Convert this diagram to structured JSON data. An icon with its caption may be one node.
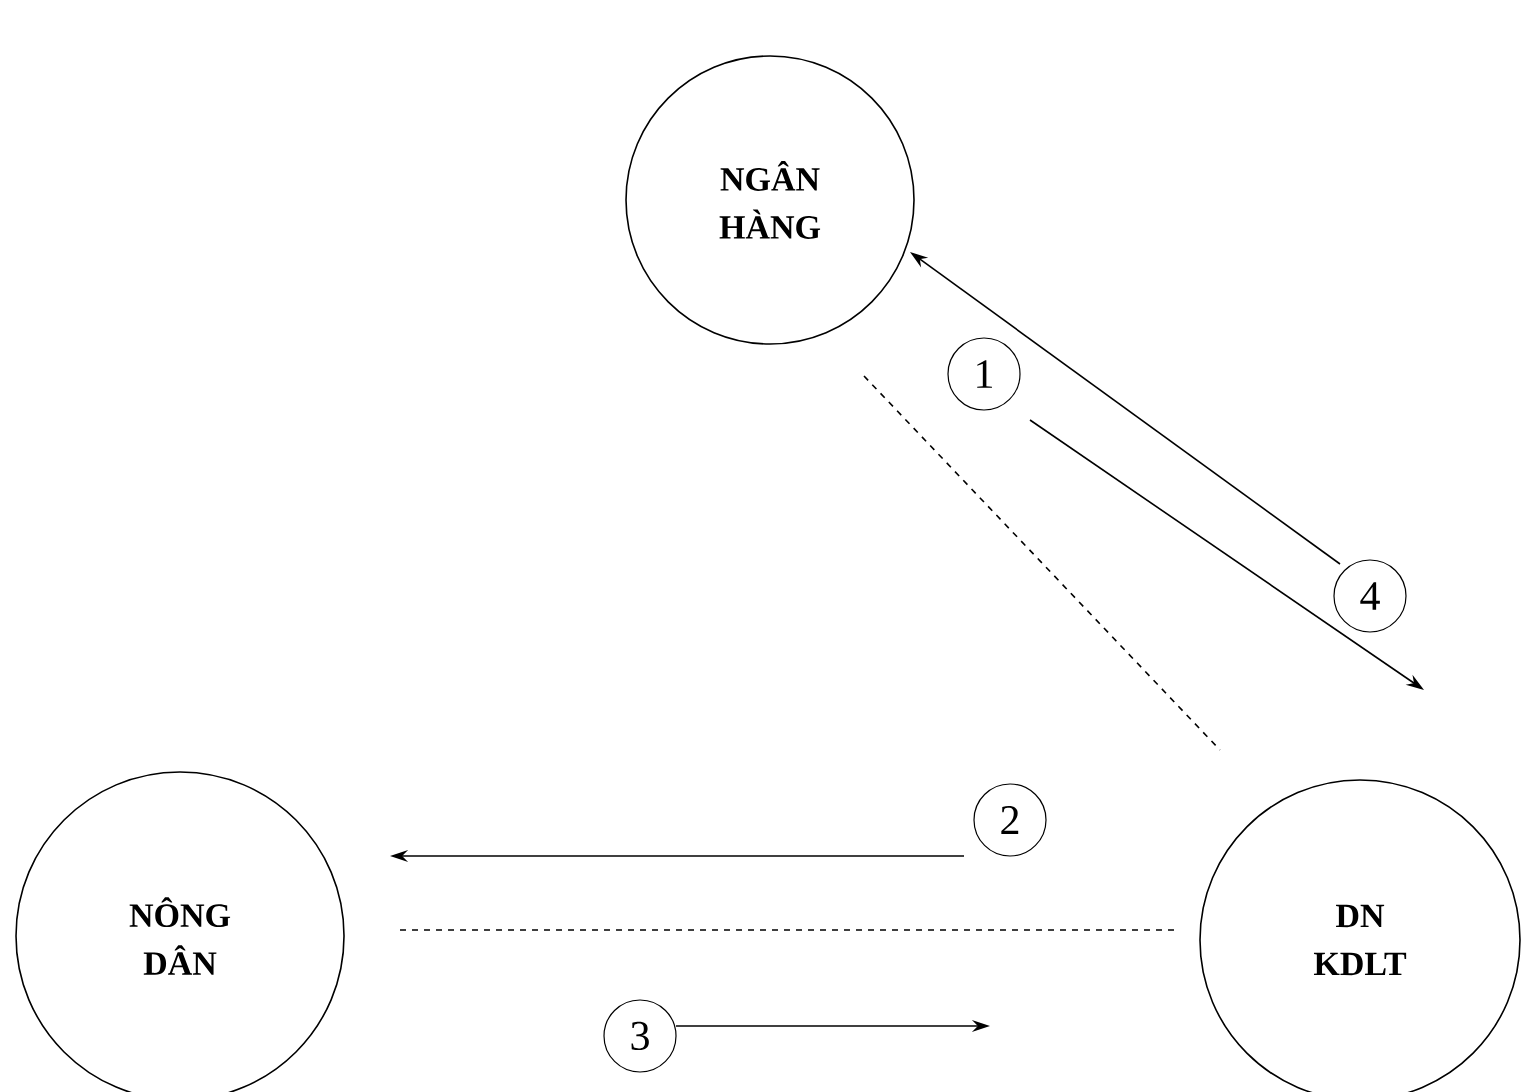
{
  "diagram": {
    "nodes": [
      {
        "text": [
          "NGÂN HÀNG"
        ]
      },
      {
        "text": [
          "NÔNG DÂN"
        ]
      },
      {
        "text": [
          "DN KDLT"
        ]
      },
      {
        "text": [
          "1"
        ]
      },
      {
        "text": [
          "2"
        ]
      },
      {
        "text": [
          "3"
        ]
      },
      {
        "text": [
          "4"
        ]
      }
    ],
    "edges": [
      {
        "from": 0,
        "to": 2,
        "arrow": "none",
        "style": "dashed"
      },
      {
        "from": 1,
        "to": 2,
        "arrow": "none",
        "style": "dashed"
      },
      {
        "from": 3,
        "to": null,
        "arrow": "to"
      },
      {
        "from": 6,
        "to": 0,
        "arrow": "to"
      },
      {
        "from": 4,
        "to": 1,
        "arrow": "to"
      },
      {
        "from": 5,
        "to": null,
        "arrow": "to"
      }
    ]
  }
}
